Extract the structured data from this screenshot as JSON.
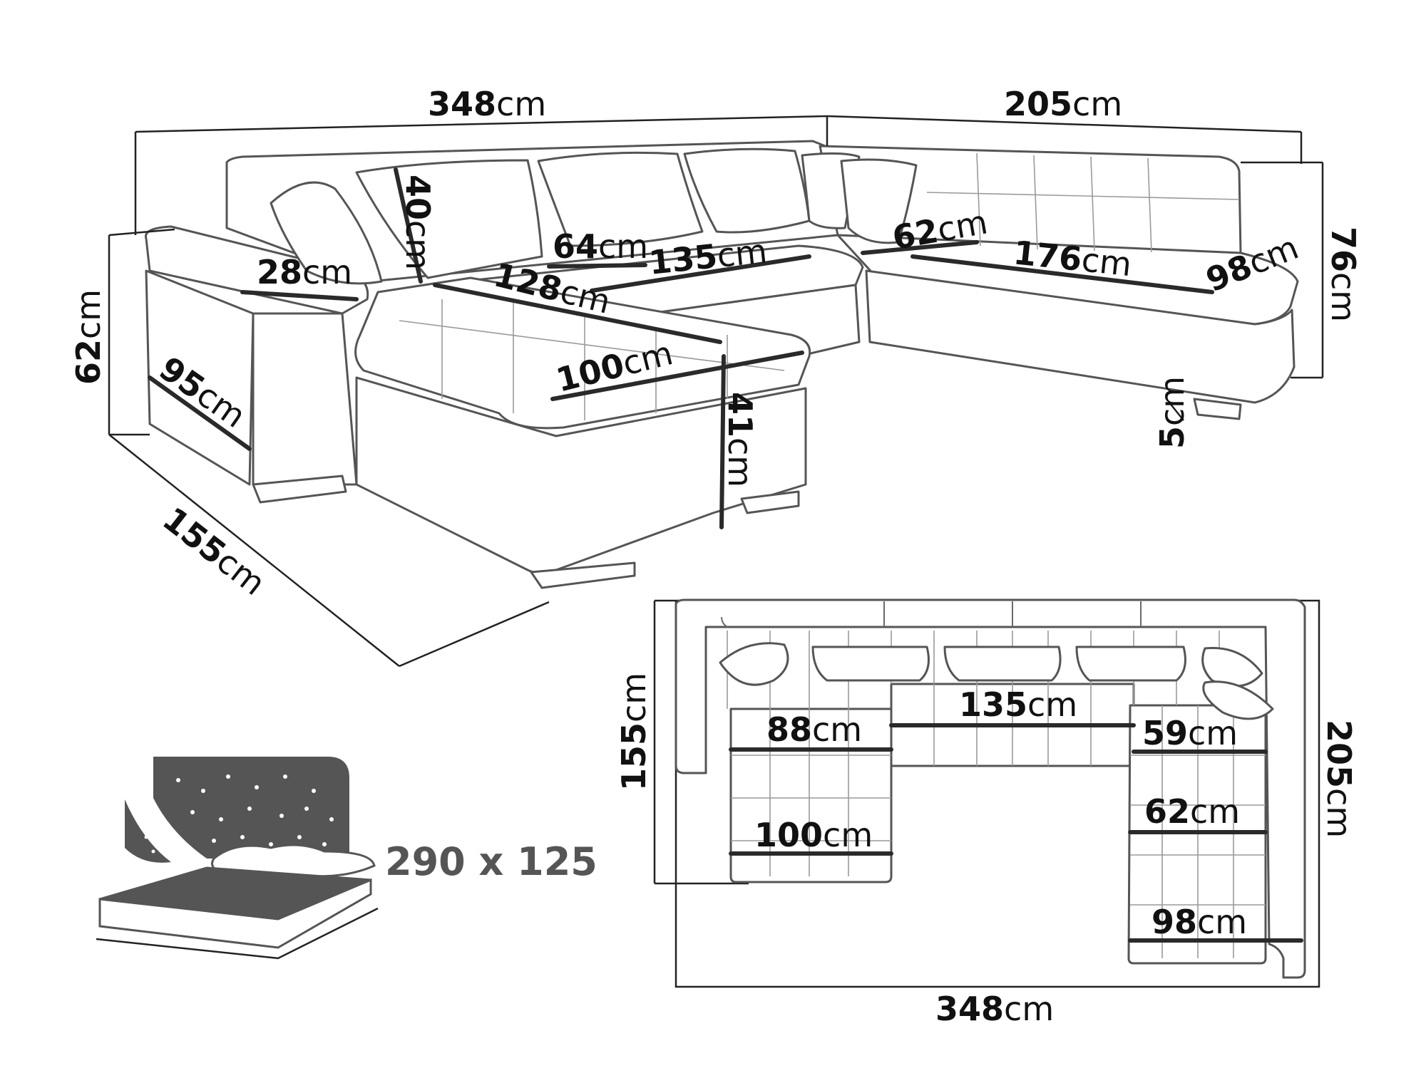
{
  "unit": "cm",
  "perspective_view": {
    "total_width": "348",
    "right_width": "205",
    "height_total": "76",
    "armrest_height": "62",
    "chaise_depth": "155",
    "armrest_width": "28",
    "cushion_height": "40",
    "backrest_depth": "64",
    "back_seat_width": "135",
    "chaise_seat_length": "128",
    "right_seat_depth": "62",
    "right_seat_width": "176",
    "end_depth": "98",
    "chaise_seat_width": "100",
    "seat_height": "41",
    "arm_length": "95",
    "leg_height": "5"
  },
  "top_view": {
    "left_depth": "155",
    "right_depth": "205",
    "total_width": "348",
    "middle_seat": "135",
    "left_seat": "88",
    "left_bottom": "100",
    "right_seat_top": "59",
    "right_seat_mid": "62",
    "right_bottom": "98"
  },
  "bed": {
    "size_label": "290 x 125"
  }
}
